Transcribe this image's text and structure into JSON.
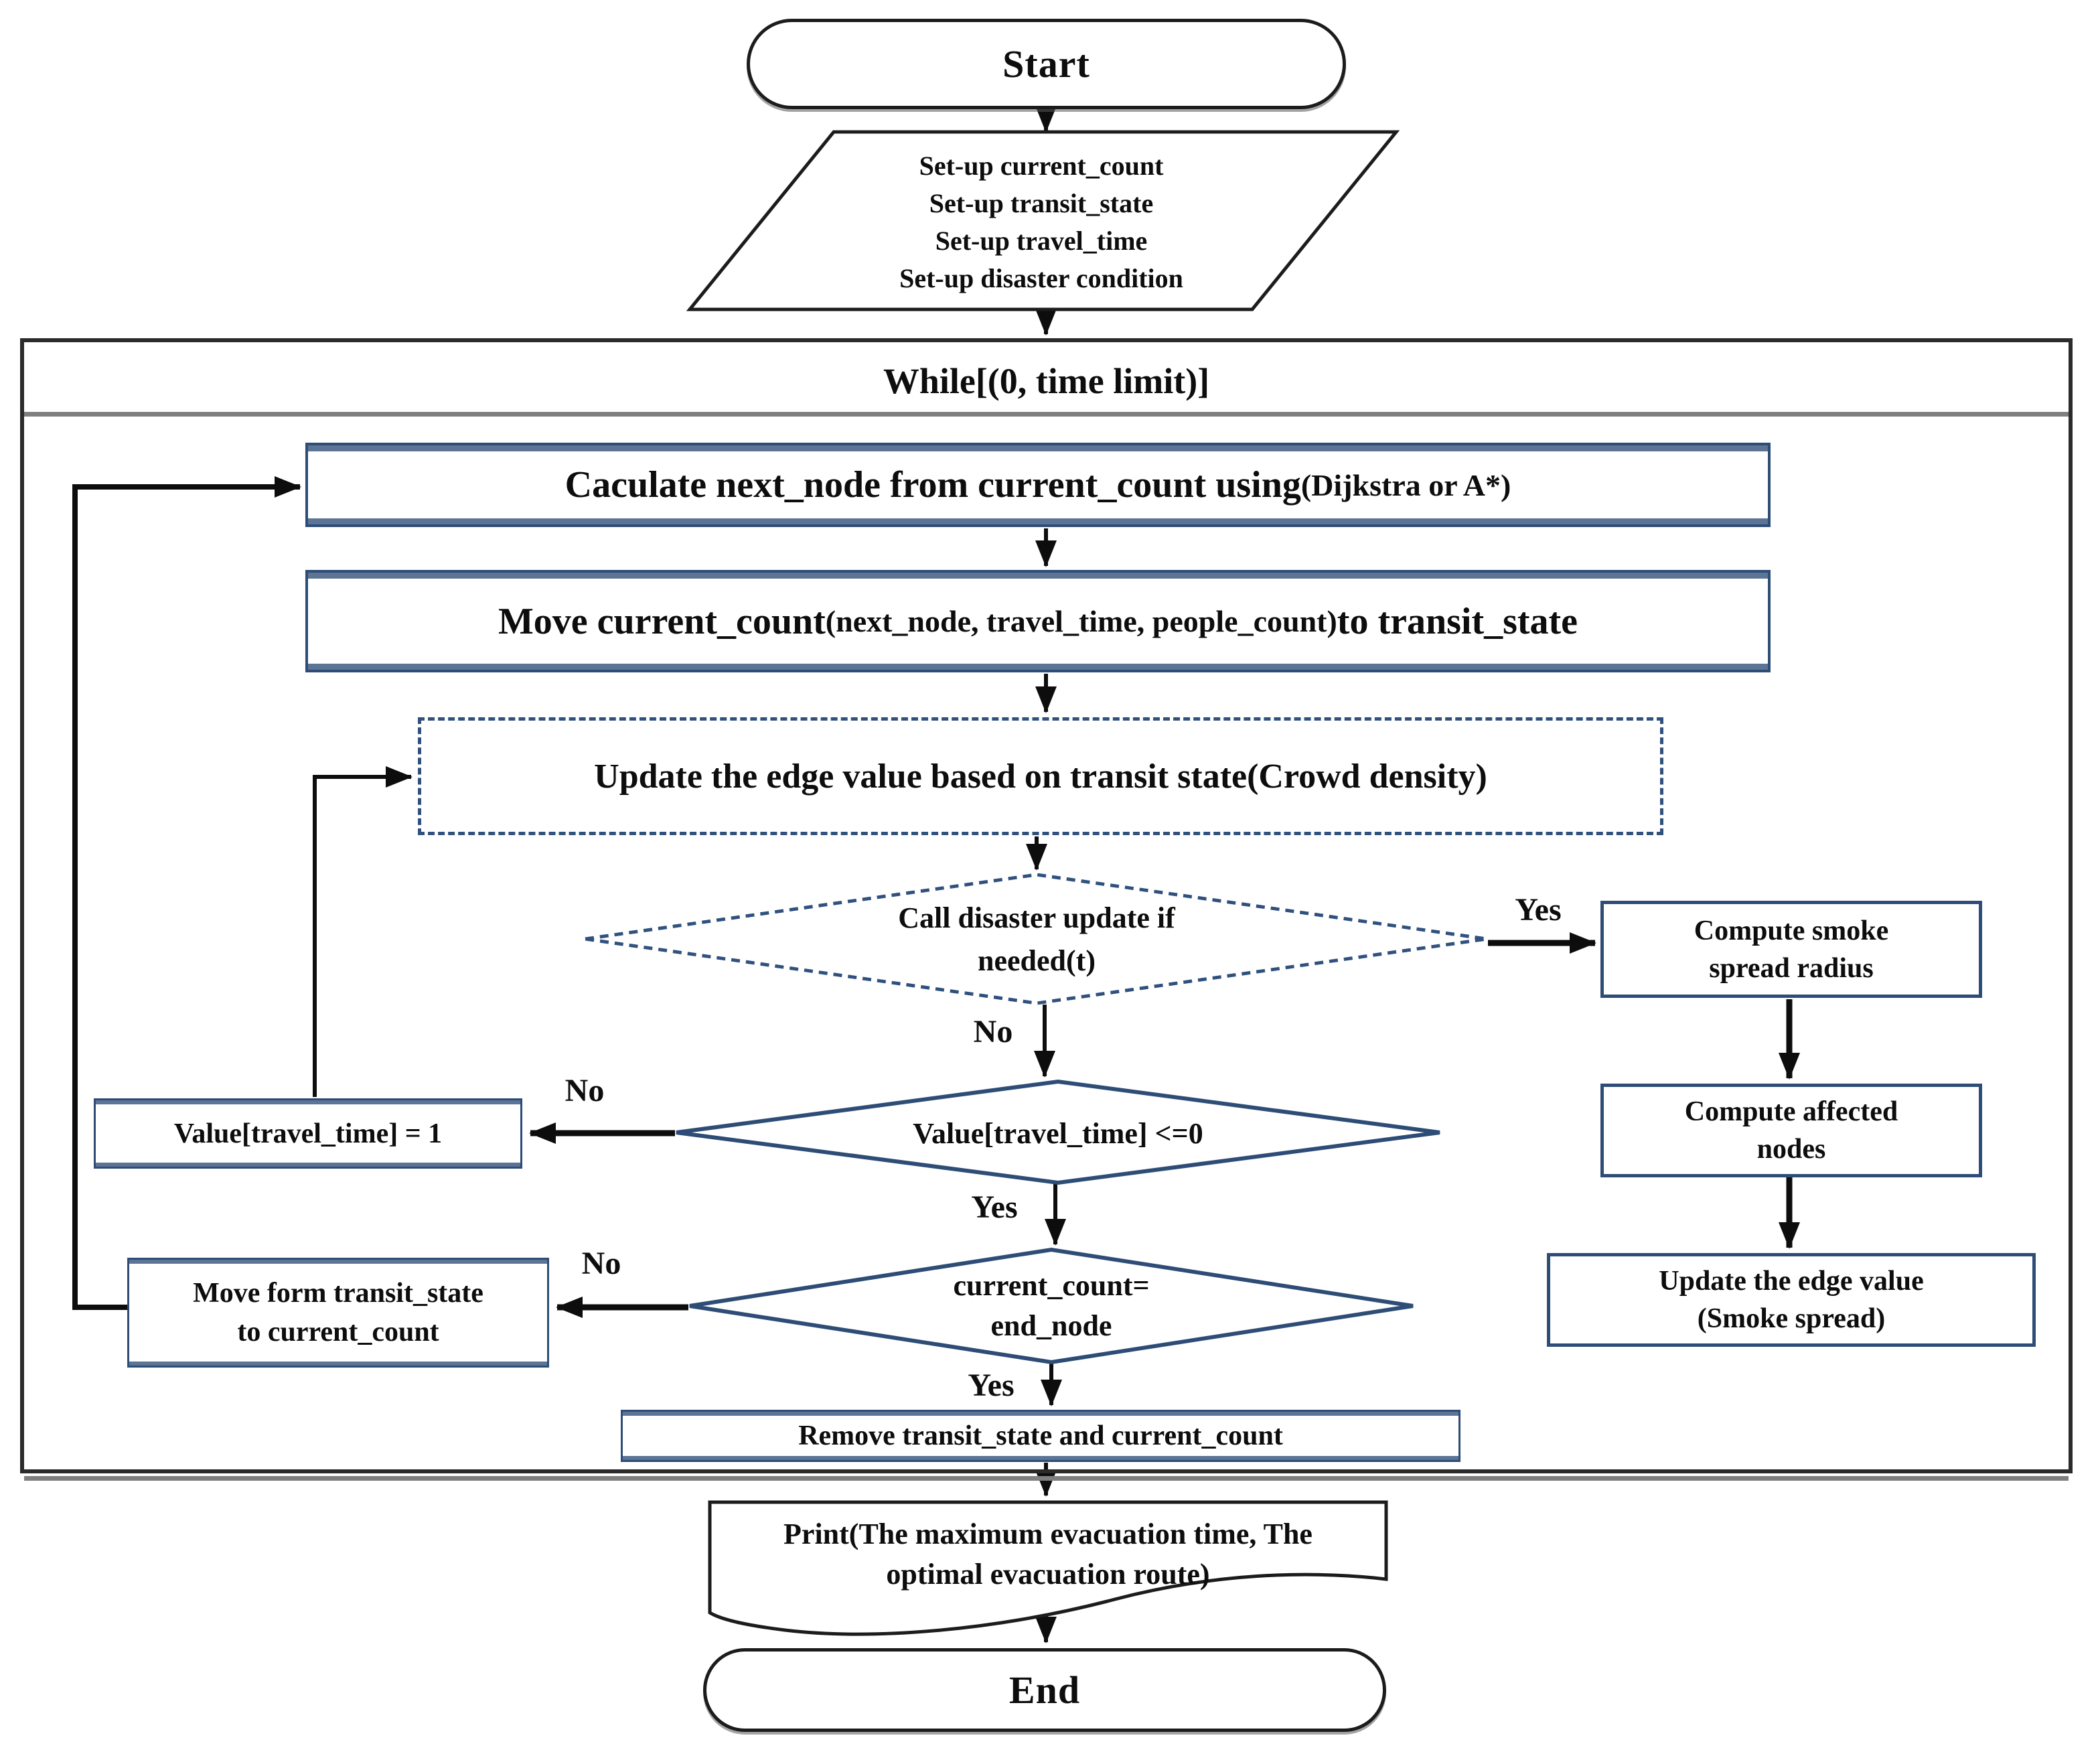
{
  "colors": {
    "node_border": "#2e4d76",
    "node_bar": "#5c7496",
    "dashed_border": "#30517e",
    "connector": "#0d0d0d",
    "container_border": "#2b2b2b",
    "separator": "#7f7f7f",
    "background": "#ffffff"
  },
  "labels": {
    "yes": "Yes",
    "no": "No"
  },
  "nodes": {
    "start": "Start",
    "setup_lines": [
      "Set-up current_count",
      "Set-up transit_state",
      "Set-up travel_time",
      "Set-up disaster condition"
    ],
    "while_header": "While[(0, time limit)]",
    "calculate": {
      "main": "Caculate next_node from current_count using",
      "paren": "(Dijkstra or A*)"
    },
    "move": {
      "main": "Move current_count",
      "paren": "(next_node, travel_time, people_count)",
      "tail": " to transit_state"
    },
    "update_edge": "Update the edge value based on transit state(Crowd density)",
    "disaster_check": {
      "line1": "Call disaster update if",
      "line2": "needed(t)"
    },
    "travel_check": "Value[travel_time] <=0",
    "endnode_check": {
      "line1": "current_count=",
      "line2": "end_node"
    },
    "travel_set": "Value[travel_time] = 1",
    "move_back": {
      "line1": "Move form transit_state",
      "line2": "to current_count"
    },
    "smoke_radius": {
      "line1": "Compute smoke",
      "line2": "spread radius"
    },
    "affected_nodes": {
      "line1": "Compute affected",
      "line2": "nodes"
    },
    "smoke_update": {
      "line1": "Update the edge value",
      "line2": "(Smoke spread)"
    },
    "remove": "Remove transit_state and current_count",
    "print": {
      "line1": "Print(The maximum evacuation time, The",
      "line2": "optimal evacuation route)"
    },
    "end": "End"
  }
}
